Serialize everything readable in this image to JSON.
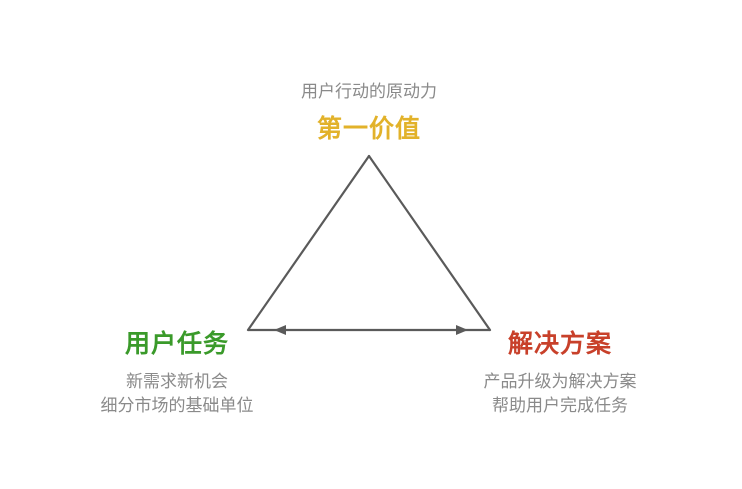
{
  "diagram": {
    "top": {
      "subtitle": "用户行动的原动力",
      "title": "第一价值",
      "color": "#e2b22a"
    },
    "left": {
      "title": "用户任务",
      "color": "#3a9a2a",
      "lines": [
        "新需求新机会",
        "细分市场的基础单位"
      ]
    },
    "right": {
      "title": "解决方案",
      "color": "#c8402a",
      "lines": [
        "产品升级为解决方案",
        "帮助用户完成任务"
      ]
    },
    "edge_color": "#5a5a5a"
  }
}
